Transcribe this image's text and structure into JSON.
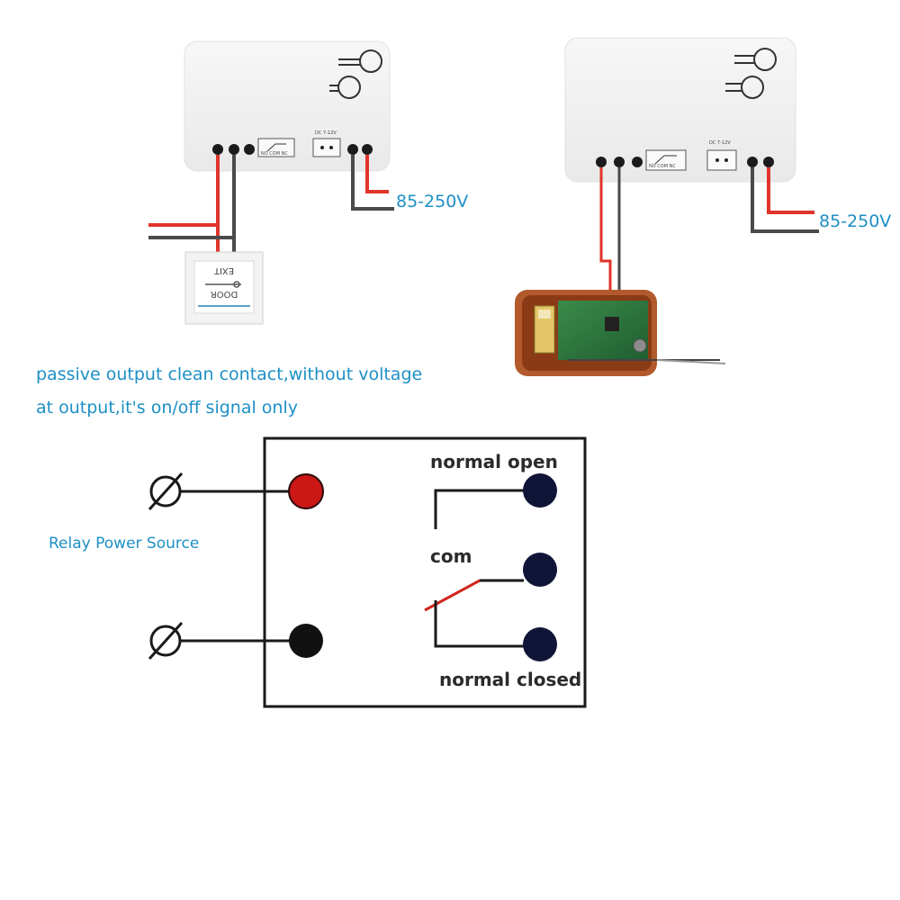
{
  "top_left": {
    "voltage_label": "85-250V",
    "switch_text_line1": "EXIT",
    "switch_text_line2": "DOOR"
  },
  "top_right": {
    "voltage_label": "85-250V"
  },
  "note": {
    "line1": "passive output clean contact,without voltage",
    "line2": "at output,it's on/off signal only"
  },
  "schematic": {
    "power_source_label": "Relay Power Source",
    "terminal_normal_open": "normal open",
    "terminal_com": "com",
    "terminal_normal_closed": "normal closed"
  },
  "colors": {
    "label_blue": "#1e8fc4",
    "wire_red": "#e0342b",
    "wire_dark": "#4a4a4a",
    "terminal_red": "#cc1717",
    "terminal_navy": "#101538"
  }
}
